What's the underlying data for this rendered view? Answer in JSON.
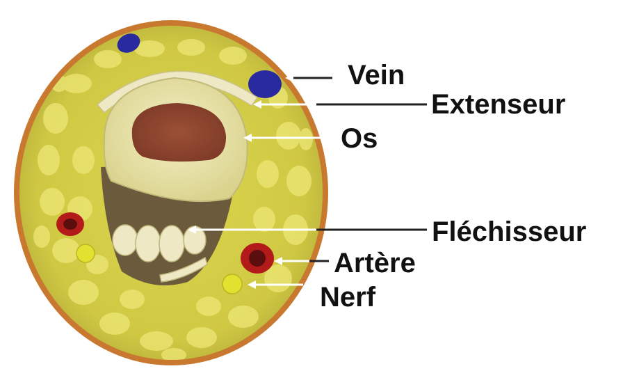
{
  "labels": {
    "vein": "Vein",
    "extensor": "Extenseur",
    "bone": "Os",
    "flexor": "Fléchisseur",
    "artery": "Artère",
    "nerve": "Nerf"
  },
  "colors": {
    "skin": "#c9792f",
    "fat": "#d8d24a",
    "fat_lobule": "#ece777",
    "bone_cortex": "#ece7b0",
    "marrow": "#8f4630",
    "flexor_muscle": "#6b5b3c",
    "tendon": "#eee8c4",
    "vein": "#2a2aa0",
    "artery": "#b31b1b",
    "nerve": "#e3e130",
    "leader": "#ffffff",
    "text": "#111111"
  }
}
